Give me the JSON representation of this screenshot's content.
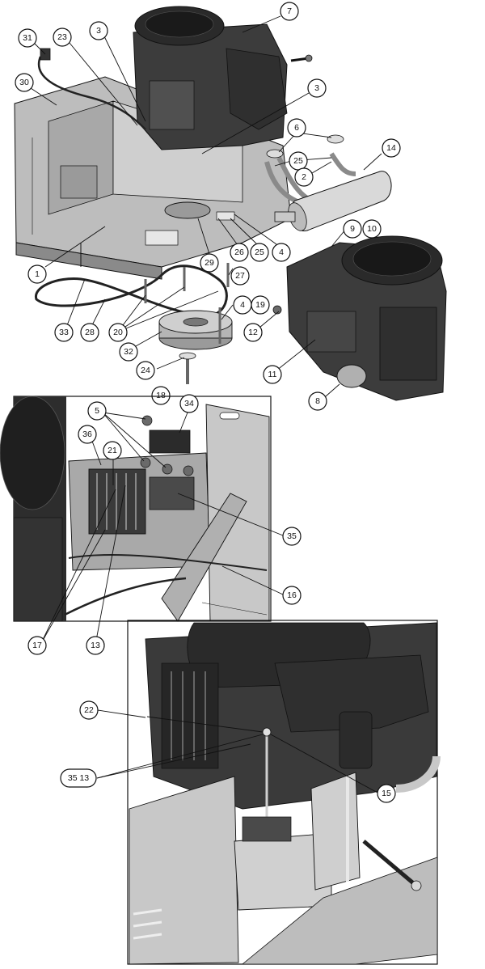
{
  "callouts": {
    "top": [
      "7",
      "3",
      "31",
      "23",
      "30",
      "3",
      "6",
      "14",
      "25",
      "2",
      "9",
      "10",
      "1",
      "29",
      "26",
      "25",
      "4",
      "27",
      "4",
      "19",
      "33",
      "28",
      "20",
      "32",
      "12",
      "11",
      "24",
      "18",
      "8"
    ],
    "middle": [
      "5",
      "34",
      "36",
      "21",
      "35",
      "16",
      "17",
      "13"
    ],
    "bottom": [
      "22",
      "35 13",
      "15"
    ]
  },
  "colors": {
    "outline": "#111111",
    "dark_part": "#3c3c3c",
    "mid_part": "#7a7a7a",
    "light_part": "#c8c8c8",
    "muffler": "#d9d9d9"
  }
}
